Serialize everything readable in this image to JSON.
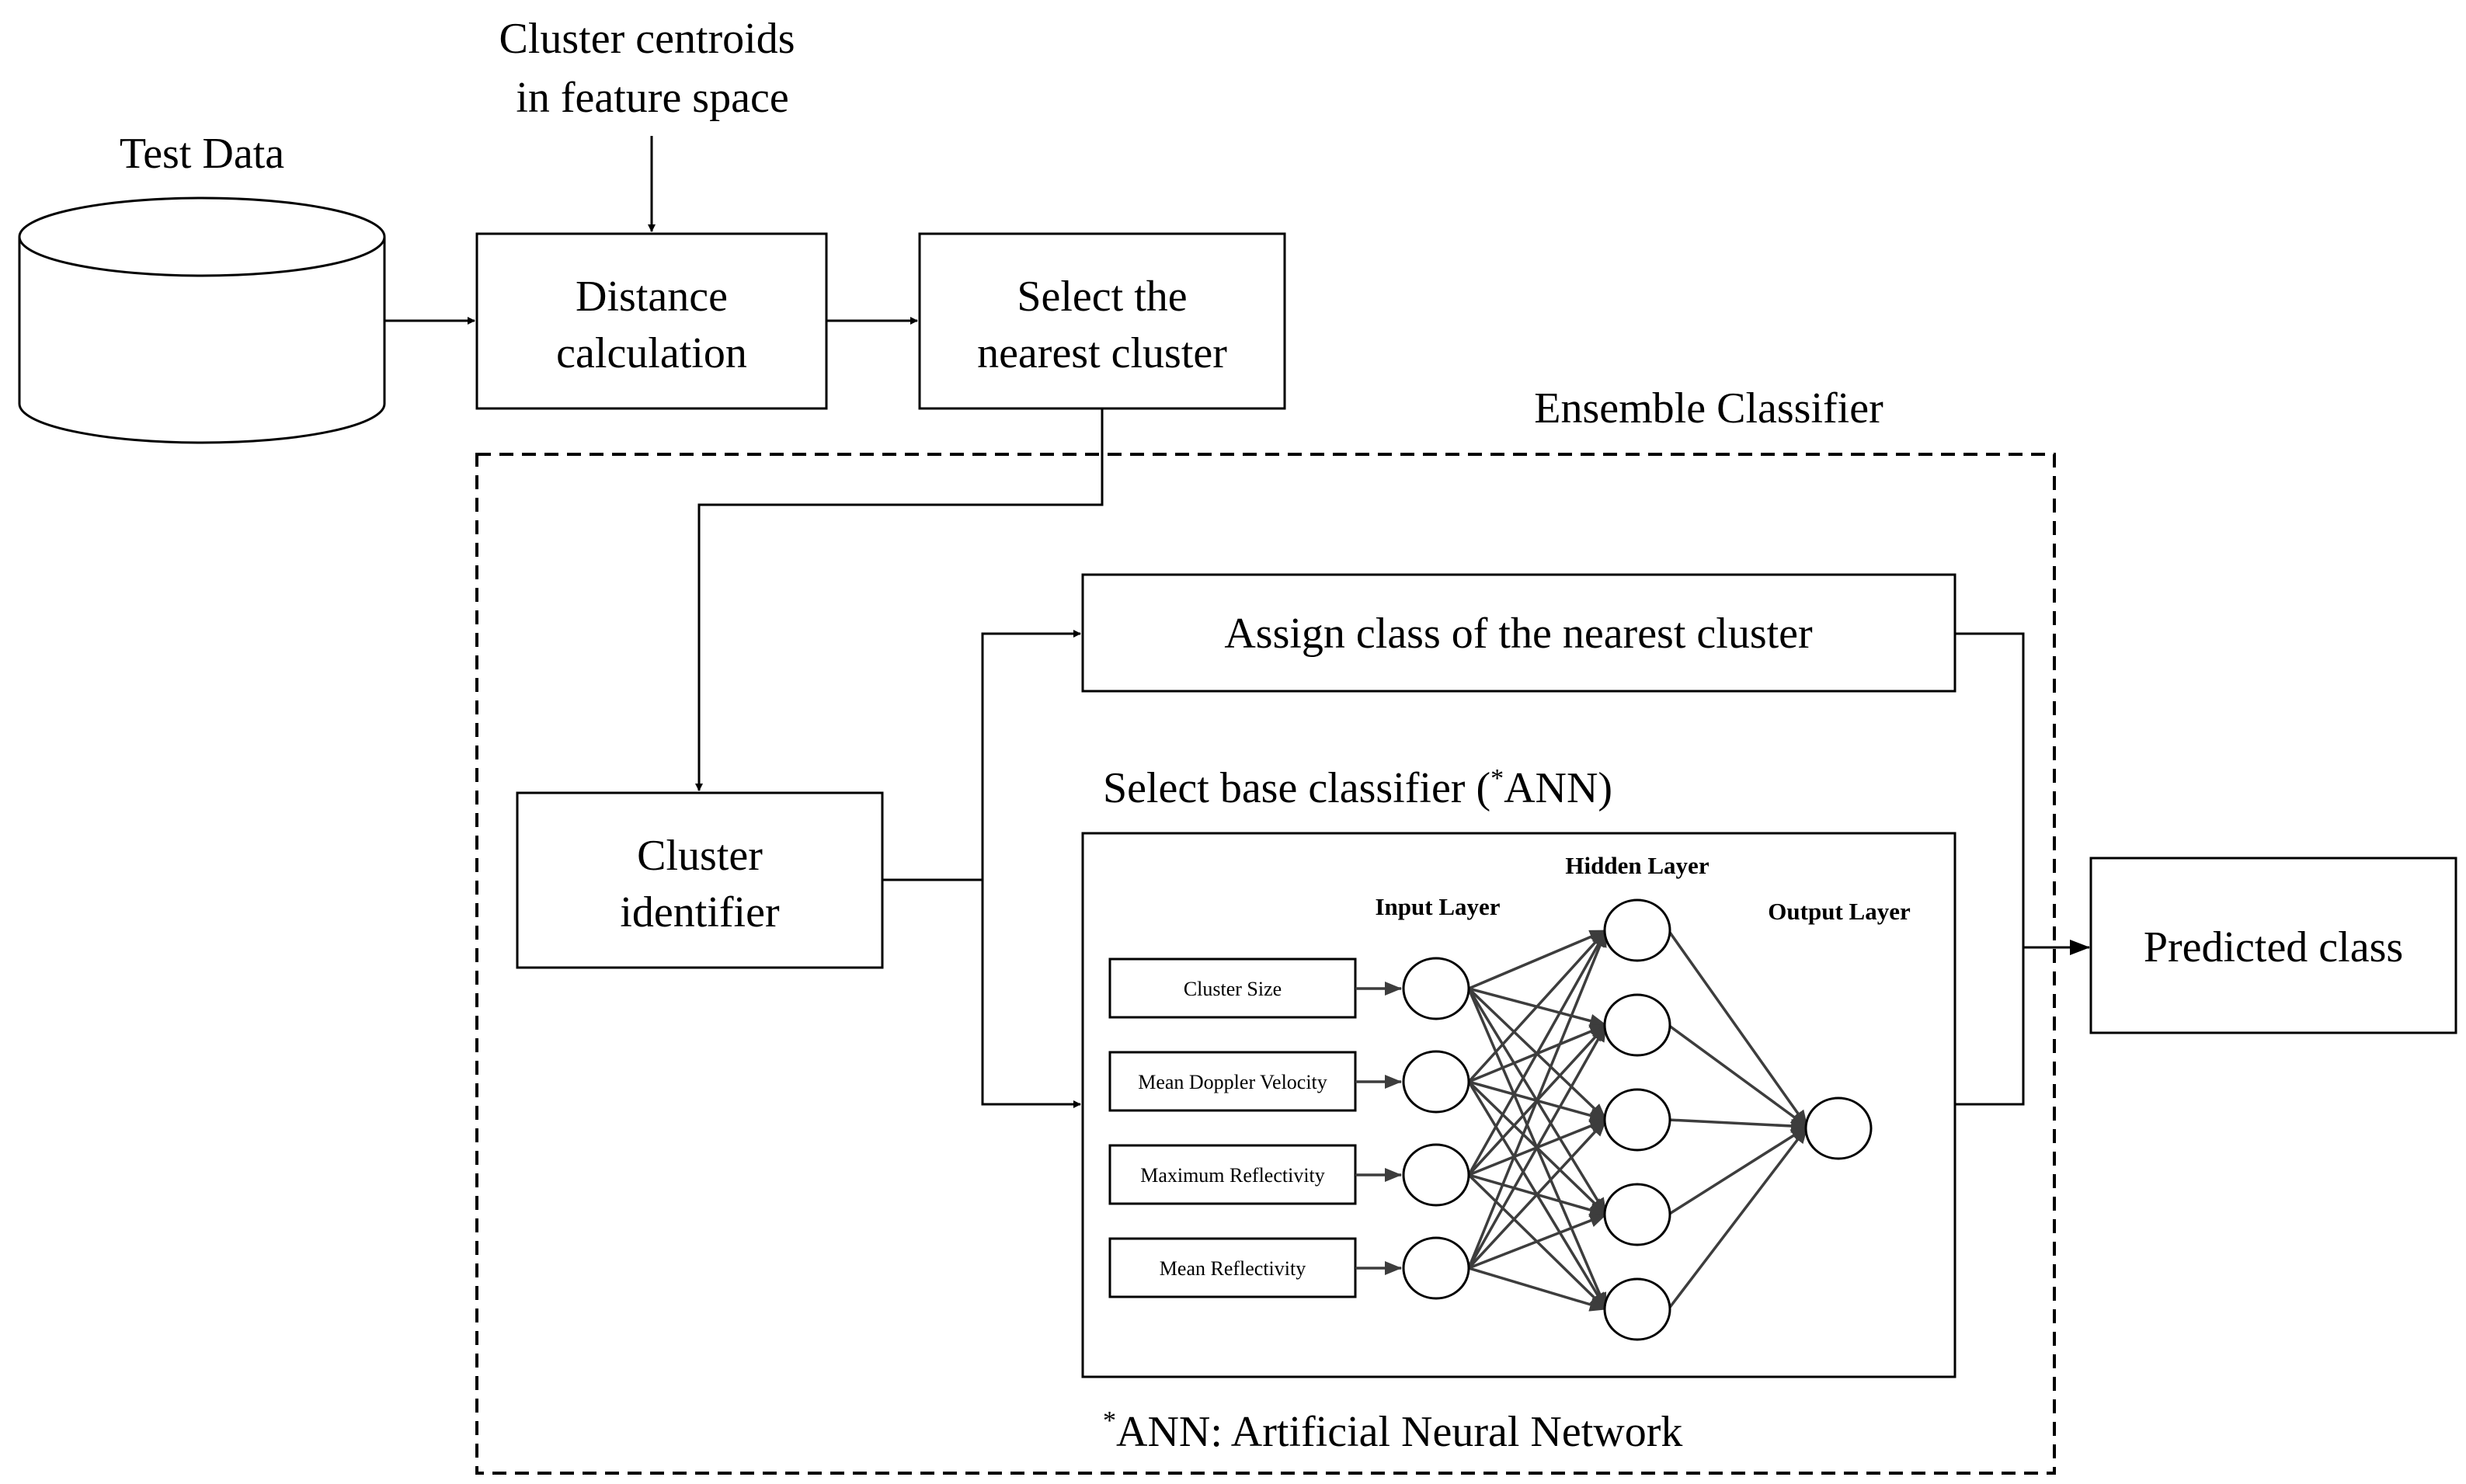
{
  "labels": {
    "test_data": "Test Data",
    "centroids_line1": "Cluster centroids",
    "centroids_line2": "in feature space",
    "distance_line1": "Distance",
    "distance_line2": "calculation",
    "select_line1": "Select the",
    "select_line2": "nearest cluster",
    "ensemble": "Ensemble Classifier",
    "cluster_id_line1": "Cluster",
    "cluster_id_line2": "identifier",
    "assign": "Assign class of the nearest cluster",
    "base_prefix": "Select base classifier (",
    "base_sup": "*",
    "base_suffix": "ANN)",
    "input_layer": "Input Layer",
    "hidden_layer": "Hidden Layer",
    "output_layer": "Output Layer",
    "predicted": "Predicted class",
    "footnote_sup": "*",
    "footnote": "ANN: Artificial Neural Network"
  },
  "features": [
    "Cluster Size",
    "Mean Doppler Velocity",
    "Maximum Reflectivity",
    "Mean Reflectivity"
  ],
  "network": {
    "input_nodes": 4,
    "hidden_nodes": 5,
    "output_nodes": 1
  }
}
